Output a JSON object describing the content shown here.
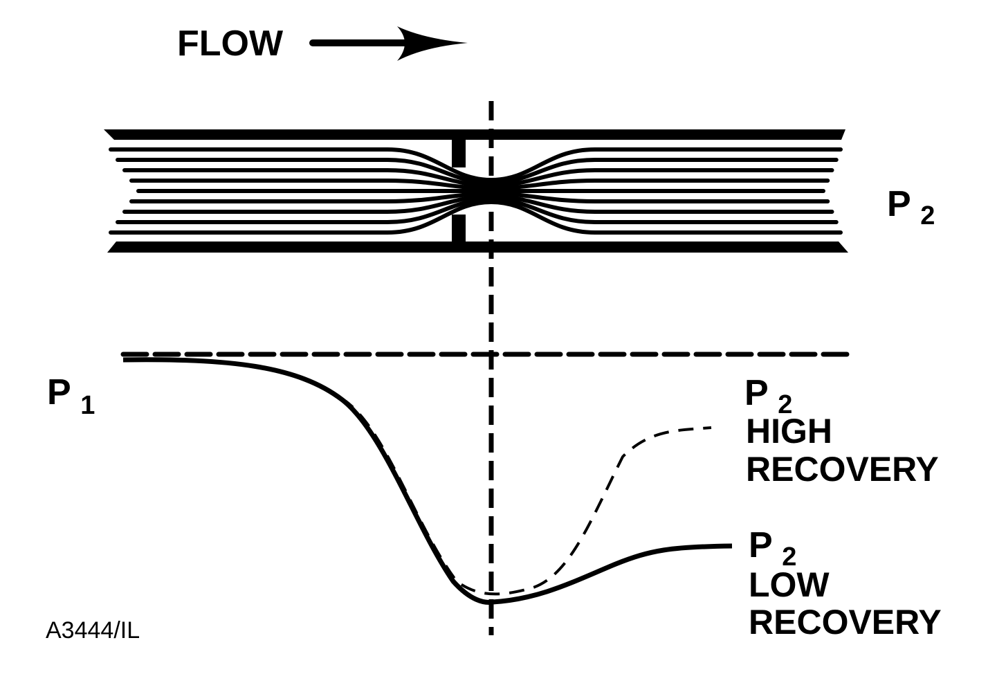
{
  "title": "Orifice plate pressure profile",
  "flow_label": "FLOW",
  "flow_direction": "left-to-right",
  "pipe": {
    "streamline_count": 9,
    "downstream_label": {
      "base": "P",
      "sub": "2"
    }
  },
  "pressure_profile": {
    "upstream_label": {
      "base": "P",
      "sub": "1"
    },
    "curves": [
      {
        "name": "high-recovery",
        "style": "dashed",
        "label_lines": [
          "HIGH",
          "RECOVERY"
        ],
        "label_prefix": {
          "base": "P",
          "sub": "2"
        }
      },
      {
        "name": "low-recovery",
        "style": "solid",
        "label_lines": [
          "LOW",
          "RECOVERY"
        ],
        "label_prefix": {
          "base": "P",
          "sub": "2"
        }
      }
    ],
    "reference_line": "initial pressure level (dashed)",
    "vena_contracta_marker": "vertical dashed line at orifice"
  },
  "figure_id": "A3444/IL",
  "colors": {
    "ink": "#000000",
    "background": "#ffffff"
  }
}
